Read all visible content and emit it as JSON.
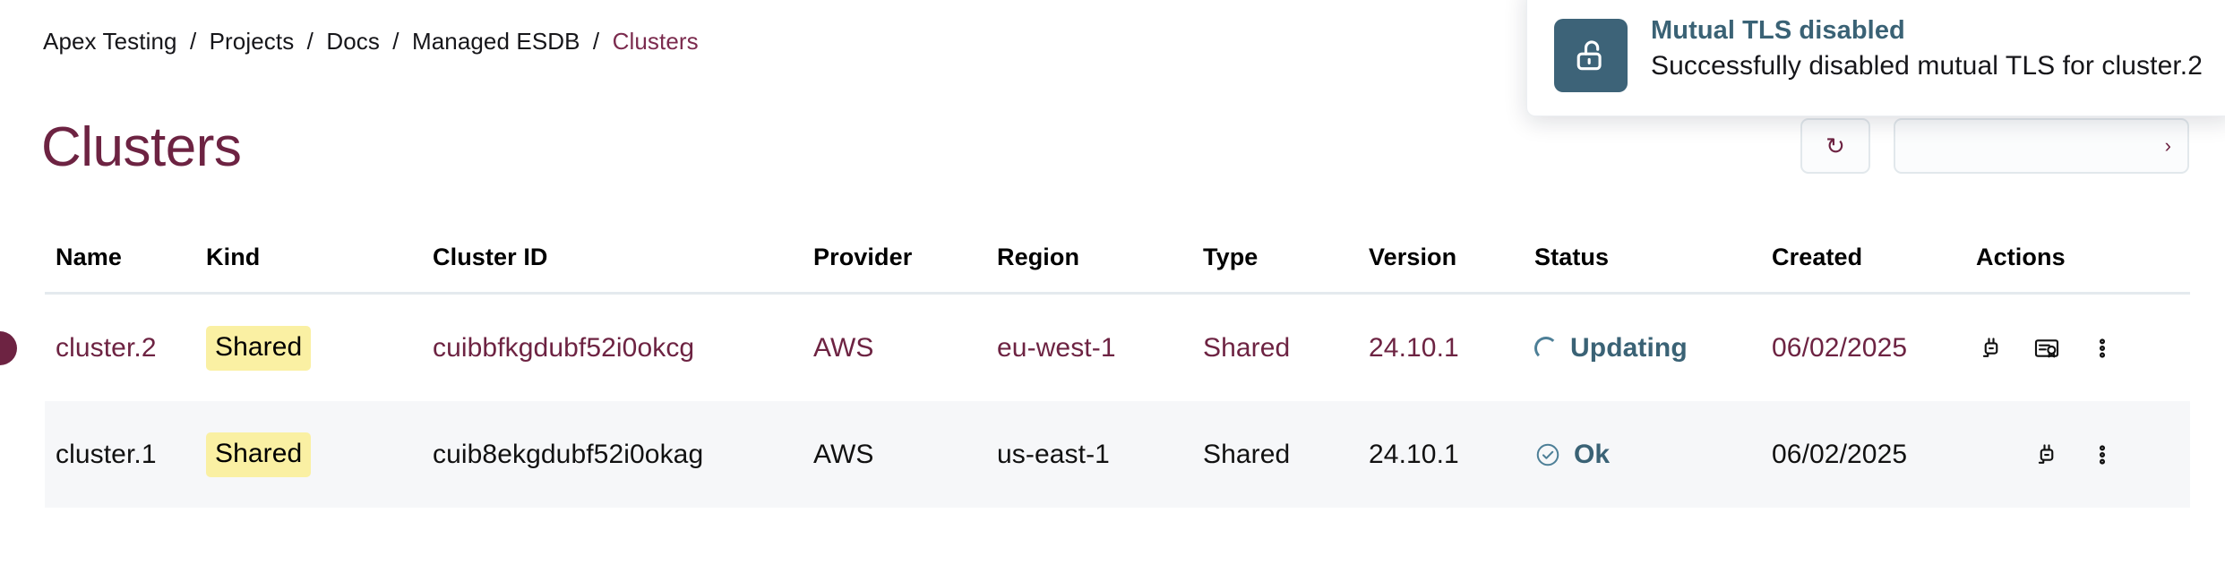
{
  "breadcrumb": {
    "items": [
      {
        "label": "Apex Testing",
        "current": false
      },
      {
        "label": "Projects",
        "current": false
      },
      {
        "label": "Docs",
        "current": false
      },
      {
        "label": "Managed ESDB",
        "current": false
      },
      {
        "label": "Clusters",
        "current": true
      }
    ],
    "separator": "/"
  },
  "page": {
    "title": "Clusters"
  },
  "toolbar": {
    "refresh_glyph": "↻",
    "chevron_glyph": "›"
  },
  "table": {
    "columns": [
      {
        "key": "name",
        "label": "Name"
      },
      {
        "key": "kind",
        "label": "Kind"
      },
      {
        "key": "cluster_id",
        "label": "Cluster ID"
      },
      {
        "key": "provider",
        "label": "Provider"
      },
      {
        "key": "region",
        "label": "Region"
      },
      {
        "key": "type",
        "label": "Type"
      },
      {
        "key": "version",
        "label": "Version"
      },
      {
        "key": "status",
        "label": "Status"
      },
      {
        "key": "created",
        "label": "Created"
      },
      {
        "key": "actions",
        "label": "Actions"
      }
    ],
    "rows": [
      {
        "name": "cluster.2",
        "kind": "Shared",
        "cluster_id": "cuibbfkgdubf52i0okcg",
        "provider": "AWS",
        "region": "eu-west-1",
        "type": "Shared",
        "version": "24.10.1",
        "status": "Updating",
        "status_icon": "spinner-icon",
        "created": "06/02/2025",
        "actions": [
          "plug-icon",
          "certificate-icon",
          "more-vertical-icon"
        ]
      },
      {
        "name": "cluster.1",
        "kind": "Shared",
        "cluster_id": "cuib8ekgdubf52i0okag",
        "provider": "AWS",
        "region": "us-east-1",
        "type": "Shared",
        "version": "24.10.1",
        "status": "Ok",
        "status_icon": "check-circle-icon",
        "created": "06/02/2025",
        "actions": [
          "plug-icon",
          "more-vertical-icon"
        ]
      }
    ]
  },
  "toast": {
    "icon": "unlock-icon",
    "title": "Mutual TLS disabled",
    "message": "Successfully disabled mutual TLS for cluster.2"
  },
  "colors": {
    "accent_maroon": "#6d2342",
    "badge_yellow": "#faf0a3",
    "status_teal": "#3a6275",
    "toast_icon_bg": "#3d6378",
    "row_alt_bg": "#f6f7f9",
    "divider": "#e4eaee"
  }
}
